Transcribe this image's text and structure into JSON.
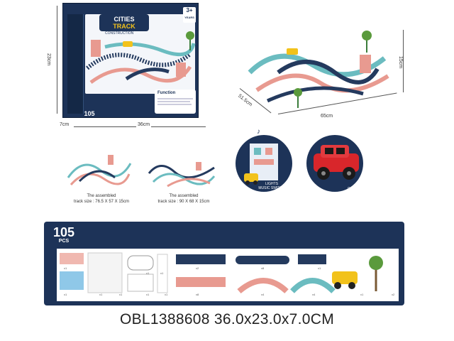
{
  "box": {
    "logo_line1": "CITIES",
    "logo_line2": "TRACK",
    "logo_sub": "CONSTRUCTION",
    "age": "3+",
    "age_sub": "YEARS",
    "pcs_number": "105",
    "pcs_unit": "PCS",
    "function_title": "Function"
  },
  "dimensions": {
    "box_height": "23cm",
    "box_width": "36cm",
    "box_depth": "7cm",
    "track_depth": "51.5cm",
    "track_width": "65cm",
    "track_height": "15cm"
  },
  "assembled": [
    {
      "line1": "The assembled",
      "line2": "track size : 76.5 X 57 X 15cm"
    },
    {
      "line1": "The assembled",
      "line2": "track size : 90 X 68 X 15cm"
    }
  ],
  "feature_labels": {
    "lights": "LIGHTS",
    "music": "MUSIC SWITCH",
    "cars": "CARS"
  },
  "banner": {
    "count": "105",
    "unit": "PCS",
    "quantities": [
      "x1",
      "x1",
      "x1",
      "x1",
      "x1",
      "x1",
      "x1",
      "x1",
      "x2",
      "x8",
      "x1",
      "x8",
      "x4",
      "x4",
      "x1",
      "x2"
    ]
  },
  "sku_text": "OBL1388608  36.0x23.0x7.0CM",
  "colors": {
    "navy": "#1d3358",
    "track_dark": "#243a5e",
    "track_pink": "#e89a90",
    "track_teal": "#6bbcc0",
    "car_yellow": "#f2c21b",
    "car_red": "#d8262b"
  }
}
